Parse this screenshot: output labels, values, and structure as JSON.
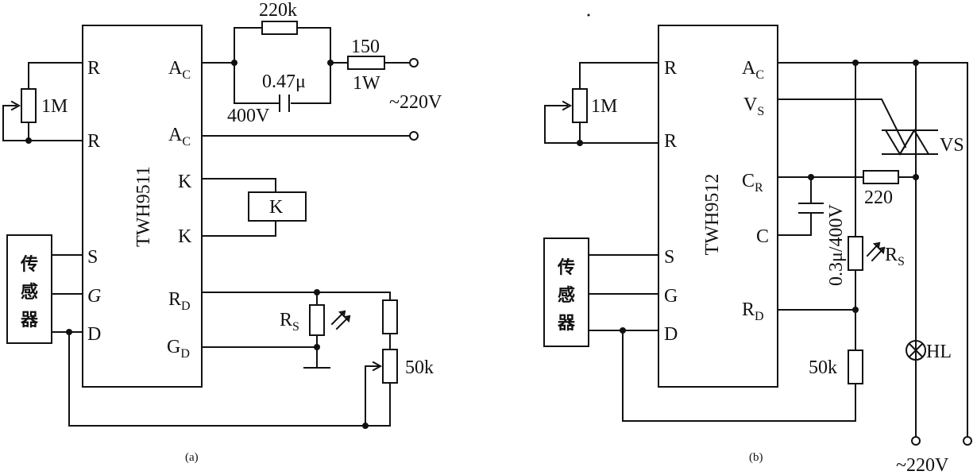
{
  "diagram_a": {
    "chip": "TWH9511",
    "pins_left": [
      "R",
      "R",
      "S",
      "G",
      "D"
    ],
    "pin_ac_main": "A",
    "pin_ac_sub": "C",
    "pin_k": "K",
    "pin_rd_main": "R",
    "pin_rd_sub": "D",
    "pin_gd_main": "G",
    "pin_gd_sub": "D",
    "pot_1m": "1M",
    "sensor": [
      "传",
      "感",
      "器"
    ],
    "r_220k": "220k",
    "c_value": "0.47μ",
    "c_voltage": "400V",
    "r_150": "150",
    "r_1w": "1W",
    "mains": "~220V",
    "relay": "K",
    "rs_main": "R",
    "rs_sub": "S",
    "pot_50k": "50k",
    "caption": "(a)"
  },
  "diagram_b": {
    "chip": "TWH9512",
    "pins_left": [
      "R",
      "R",
      "S",
      "G",
      "D"
    ],
    "pin_ac_main": "A",
    "pin_ac_sub": "C",
    "pin_vs_main": "V",
    "pin_vs_sub": "S",
    "pin_cr_main": "C",
    "pin_cr_sub": "R",
    "pin_c": "C",
    "pin_rd_main": "R",
    "pin_rd_sub": "D",
    "pot_1m": "1M",
    "sensor": [
      "传",
      "感",
      "器"
    ],
    "triac": "VS",
    "r_220": "220",
    "cap_label": "0.3μ/400V",
    "rs_main": "R",
    "rs_sub": "S",
    "r_50k": "50k",
    "lamp": "HL",
    "mains": "~220V",
    "caption": "(b)"
  }
}
